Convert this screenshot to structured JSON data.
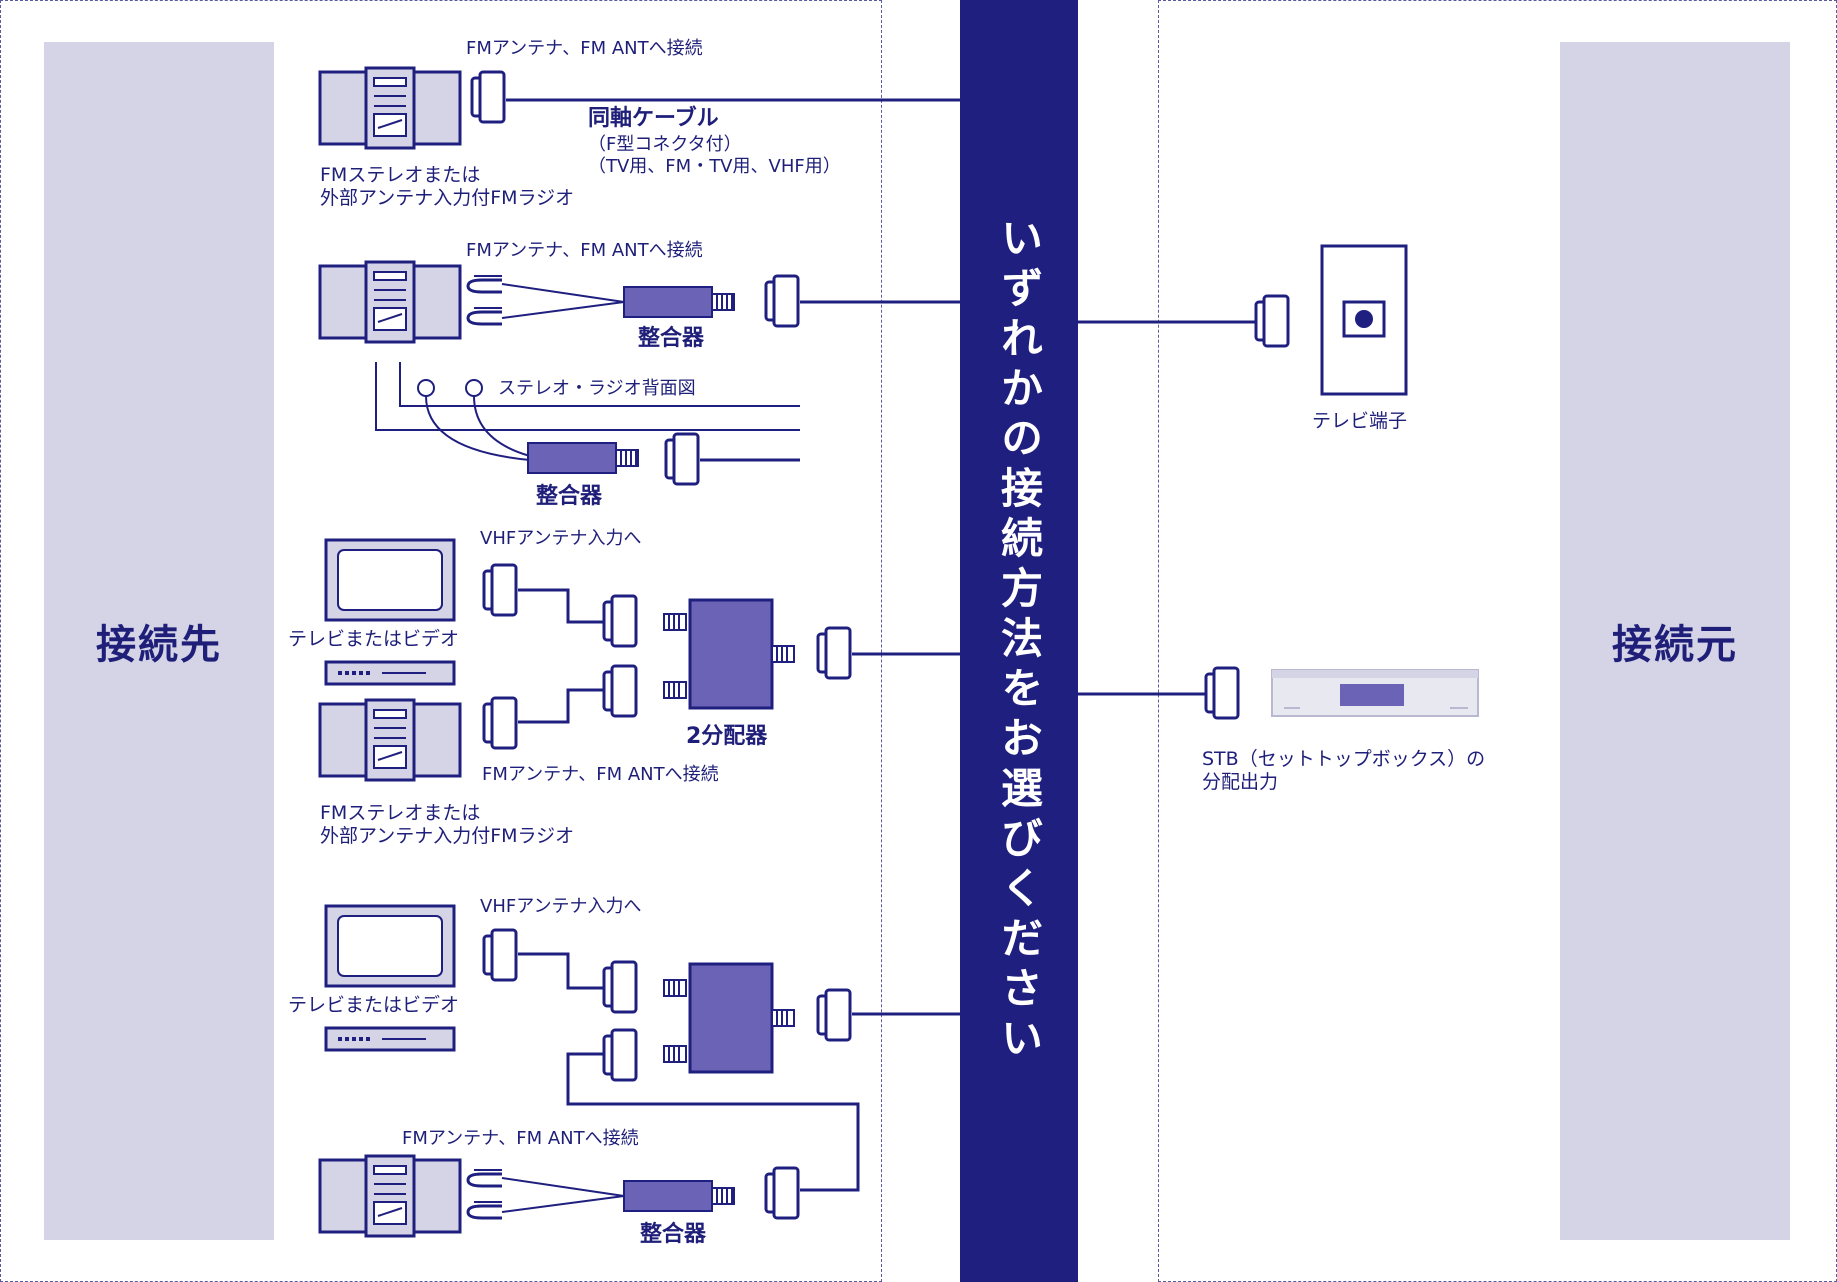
{
  "left_panel": {
    "title": "接続先"
  },
  "right_panel": {
    "title": "接続元"
  },
  "center_instruction": "いずれかの接続方法をお選びください",
  "colors": {
    "primary": "#1f1f80",
    "band": "#d4d4e6",
    "device": "#6b63b5"
  },
  "labels": {
    "fm_ant_1": "FMアンテナ、FM ANTへ接続",
    "coax_title": "同軸ケーブル",
    "coax_note": "（F型コネクタ付）\n（TV用、FM・TV用、VHF用）",
    "fm_stereo_1": "FMステレオまたは\n外部アンテナ入力付FMラジオ",
    "fm_ant_2": "FMアンテナ、FM ANTへ接続",
    "matcher_1": "整合器",
    "rear_view": "ステレオ・ラジオ背面図",
    "matcher_2": "整合器",
    "vhf_in_1": "VHFアンテナ入力へ",
    "tv_video_1": "テレビまたはビデオ",
    "splitter_1": "2分配器",
    "fm_ant_3": "FMアンテナ、FM ANTへ接続",
    "fm_stereo_2": "FMステレオまたは\n外部アンテナ入力付FMラジオ",
    "vhf_in_2": "VHFアンテナ入力へ",
    "tv_video_2": "テレビまたはビデオ",
    "fm_ant_4": "FMアンテナ、FM ANTへ接続",
    "matcher_3": "整合器",
    "tv_terminal": "テレビ端子",
    "stb_output": "STB（セットトップボックス）の\n分配出力"
  }
}
